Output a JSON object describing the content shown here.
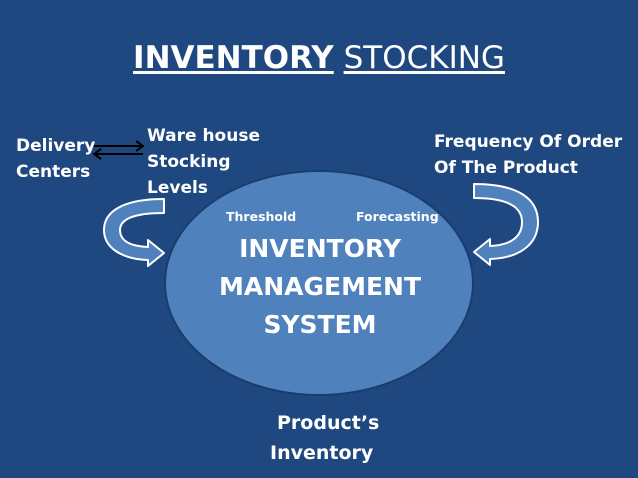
{
  "title": {
    "bold_part": "INVENTORY",
    "regular_part": "STOCKING"
  },
  "delivery_centers": [
    "Delivery",
    "Centers"
  ],
  "warehouse": [
    "Ware house",
    "Stocking",
    "Levels"
  ],
  "frequency": [
    "Frequency Of Order",
    "Of The Product"
  ],
  "threshold": "Threshold",
  "forecasting": "Forecasting",
  "center": [
    "INVENTORY",
    "MANAGEMENT",
    "SYSTEM"
  ],
  "products_inventory": [
    "Product’s",
    "Inventory"
  ],
  "colors": {
    "background": "#1f4880",
    "ellipse": "#4f81bd",
    "arrow_fill": "#4f81bd",
    "text": "#ffffff"
  }
}
